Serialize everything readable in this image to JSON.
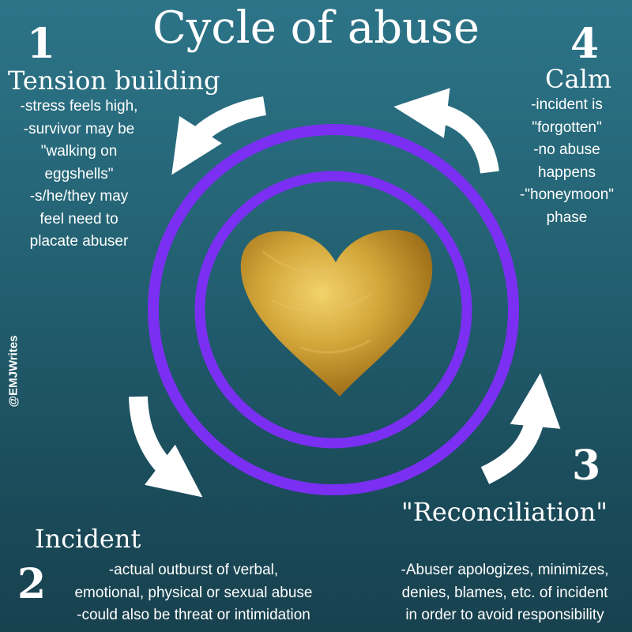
{
  "title": "Cycle of abuse",
  "watermark": "@EMJWrites",
  "colors": {
    "background_top": "#2d7488",
    "background_bottom": "#18414e",
    "ring": "#7b2ff2",
    "arrow": "#ffffff",
    "heart": "#c99b2e"
  },
  "icons": [
    "circular-arrow-icon",
    "gold-heart-icon"
  ],
  "stages": [
    {
      "number": "1",
      "heading": "Tension building",
      "lines": [
        "-stress feels high,",
        "-survivor may be",
        "\"walking on",
        "eggshells\"",
        "-s/he/they may",
        "feel need to",
        "placate abuser"
      ]
    },
    {
      "number": "2",
      "heading": "Incident",
      "lines": [
        "-actual outburst of verbal,",
        "emotional, physical or sexual abuse",
        "-could also be threat or intimidation"
      ]
    },
    {
      "number": "3",
      "heading": "\"Reconciliation\"",
      "lines": [
        "-Abuser apologizes, minimizes,",
        "denies, blames, etc. of incident",
        "in order to avoid responsibility"
      ]
    },
    {
      "number": "4",
      "heading": "Calm",
      "lines": [
        "-incident is",
        "\"forgotten\"",
        "-no abuse",
        "happens",
        "-\"honeymoon\"",
        "phase"
      ]
    }
  ]
}
